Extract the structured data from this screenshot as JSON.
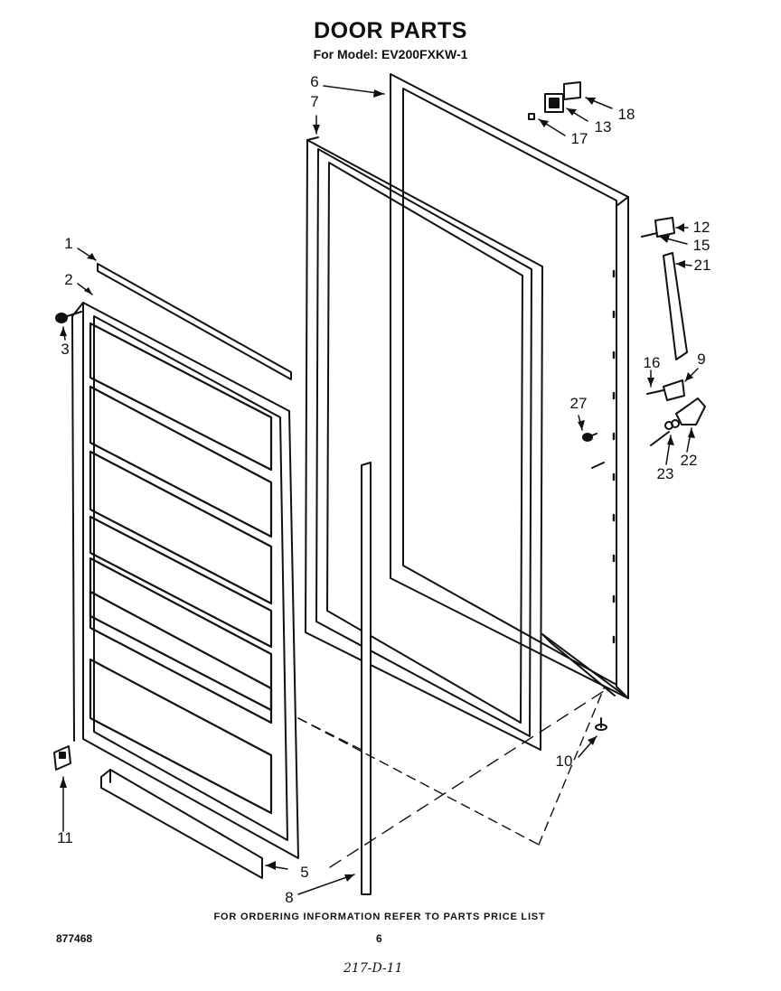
{
  "header": {
    "title": "DOOR PARTS",
    "subtitle": "For Model: EV200FXKW-1"
  },
  "footer": {
    "ordering_note": "FOR ORDERING INFORMATION REFER TO PARTS PRICE LIST",
    "drawing_number": "877468",
    "page_number": "6",
    "handwritten_code": "217-D-11"
  },
  "callouts": {
    "c1": "1",
    "c2": "2",
    "c3": "3",
    "c5": "5",
    "c6": "6",
    "c7": "7",
    "c8": "8",
    "c9": "9",
    "c10": "10",
    "c11": "11",
    "c12": "12",
    "c13": "13",
    "c15": "15",
    "c16": "16",
    "c17": "17",
    "c18": "18",
    "c21": "21",
    "c22": "22",
    "c23": "23",
    "c27": "27"
  }
}
